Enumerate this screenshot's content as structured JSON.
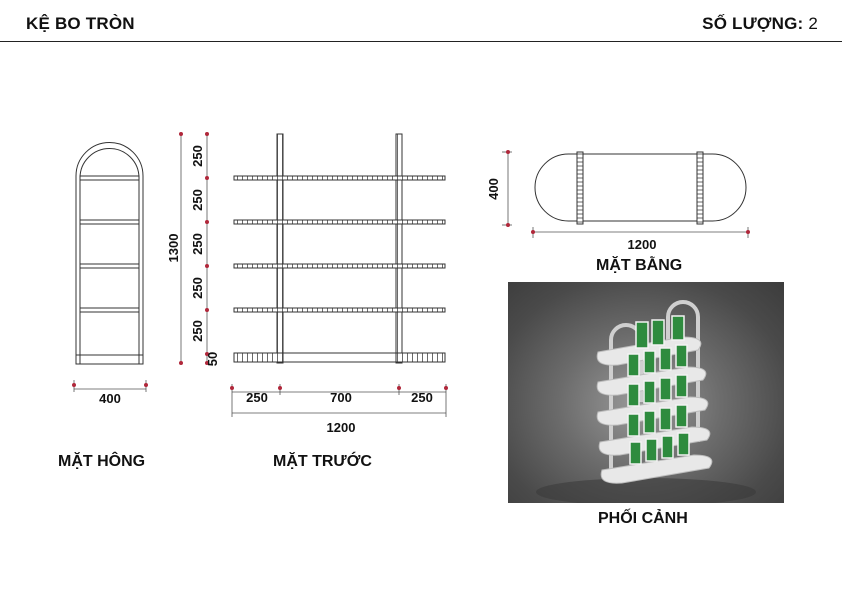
{
  "header": {
    "title": "KỆ BO TRÒN",
    "quantity_label": "SỐ LƯỢNG:",
    "quantity_value": "2"
  },
  "side_view": {
    "label": "MẶT HÔNG",
    "width": "400",
    "height": "1300",
    "spacings": [
      "250",
      "250",
      "250",
      "250",
      "250",
      "50"
    ]
  },
  "front_view": {
    "label": "MẶT TRƯỚC",
    "dims": [
      "250",
      "700",
      "250"
    ],
    "total": "1200"
  },
  "top_view": {
    "label": "MẶT BẰNG",
    "depth": "400",
    "length": "1200"
  },
  "perspective": {
    "label": "PHỐI CẢNH"
  }
}
